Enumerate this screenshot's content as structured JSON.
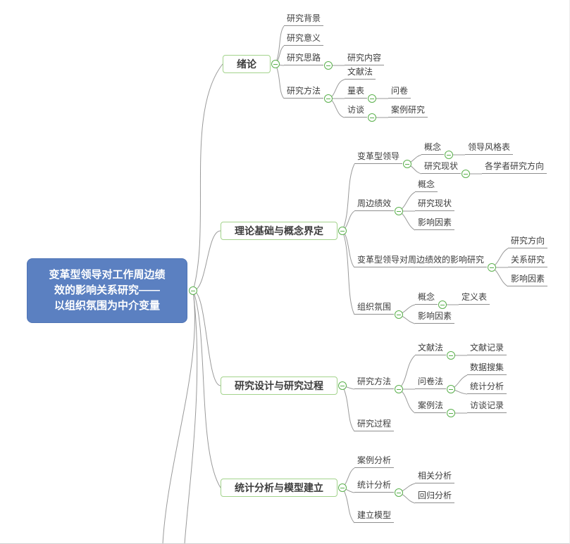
{
  "colors": {
    "root_fill": "#5b80c1",
    "root_text": "#ffffff",
    "branch_border": "#a3d38c",
    "node_text": "#3d3d3d",
    "connector_line": "#9a9a9a",
    "collapse_icon_green": "#5ab04c"
  },
  "icons": {
    "collapse": "minus-circle"
  },
  "root": {
    "label": "变革型领导对工作周边绩\n效的影响关系研究——\n以组织氛围为中介变量"
  },
  "b1": {
    "label": "绪论",
    "c1": "研究背景",
    "c2": "研究意义",
    "c3": "研究思路",
    "c3a": "研究内容",
    "c4": "研究方法",
    "c4a": "文献法",
    "c4b": "量表",
    "c4b1": "问卷",
    "c4c": "访谈",
    "c4c1": "案例研究"
  },
  "b2": {
    "label": "理论基础与概念界定",
    "c1": "变革型领导",
    "c1a": "概念",
    "c1a1": "领导风格表",
    "c1b": "研究现状",
    "c1b1": "各学者研究方向",
    "c2": "周边绩效",
    "c2a": "概念",
    "c2b": "研究现状",
    "c2c": "影响因素",
    "c3": "变革型领导对周边绩效的影响研究",
    "c3a": "研究方向",
    "c3b": "关系研究",
    "c3c": "影响因素",
    "c4": "组织氛围",
    "c4a": "概念",
    "c4a1": "定义表",
    "c4b": "影响因素"
  },
  "b3": {
    "label": "研究设计与研究过程",
    "c1": "研究方法",
    "c1a": "文献法",
    "c1a1": "文献记录",
    "c1b": "问卷法",
    "c1b1": "数据搜集",
    "c1b2": "统计分析",
    "c1c": "案例法",
    "c1c1": "访谈记录",
    "c2": "研究过程"
  },
  "b4": {
    "label": "统计分析与模型建立",
    "c1": "案例分析",
    "c2": "统计分析",
    "c2a": "相关分析",
    "c2b": "回归分析",
    "c3": "建立模型"
  }
}
